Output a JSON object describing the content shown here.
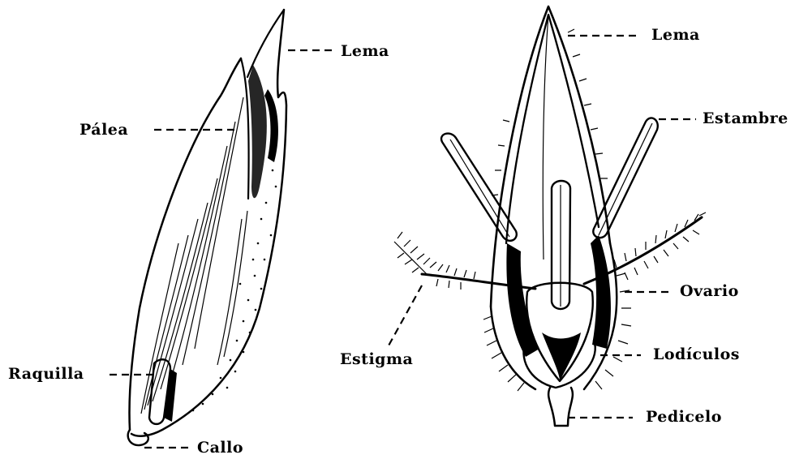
{
  "left_figure": {
    "labels": {
      "lema": "Lema",
      "palea": "Pálea",
      "raquilla": "Raquilla",
      "callo": "Callo"
    }
  },
  "right_figure": {
    "labels": {
      "lema": "Lema",
      "estambre": "Estambre",
      "ovario": "Ovario",
      "estigma": "Estigma",
      "lodiculos": "Lodículos",
      "pedicelo": "Pedicelo"
    }
  }
}
